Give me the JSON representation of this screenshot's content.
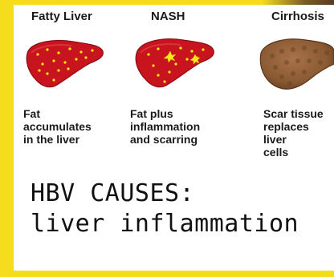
{
  "stages": [
    {
      "title": "Fatty Liver",
      "description": [
        "Fat",
        "accumulates",
        "in the liver"
      ],
      "icon": "fatty-liver-icon"
    },
    {
      "title": "NASH",
      "description": [
        "Fat plus",
        "inflammation",
        "and scarring"
      ],
      "icon": "inflamed-liver-icon"
    },
    {
      "title": "Cirrhosis",
      "description": [
        "Scar tissue",
        "replaces liver",
        "cells"
      ],
      "icon": "cirrhotic-liver-icon"
    }
  ],
  "headline": {
    "line1": "HBV CAUSES:",
    "line2": "liver inflammation"
  },
  "colors": {
    "border": "#f5dc1d",
    "liver_red": "#c8141e",
    "fat_spot": "#f6e81a",
    "cirrhosis": "#8a5a32"
  }
}
